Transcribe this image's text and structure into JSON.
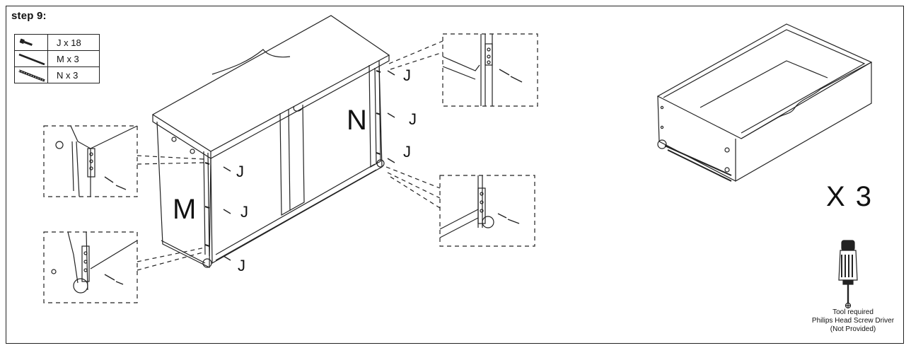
{
  "step": "step 9:",
  "parts": [
    {
      "label": "J x 18",
      "icon": "screw-icon"
    },
    {
      "label": "M x 3",
      "icon": "rod-icon"
    },
    {
      "label": "N x 3",
      "icon": "threaded-rod-icon"
    }
  ],
  "labels": {
    "screw": "J",
    "side_m": "M",
    "side_n": "N"
  },
  "quantity": "X 3",
  "tool": {
    "line1": "Tool required",
    "line2": "Philips Head Screw Driver",
    "line3": "(Not Provided)",
    "icon": "screwdriver-icon"
  }
}
